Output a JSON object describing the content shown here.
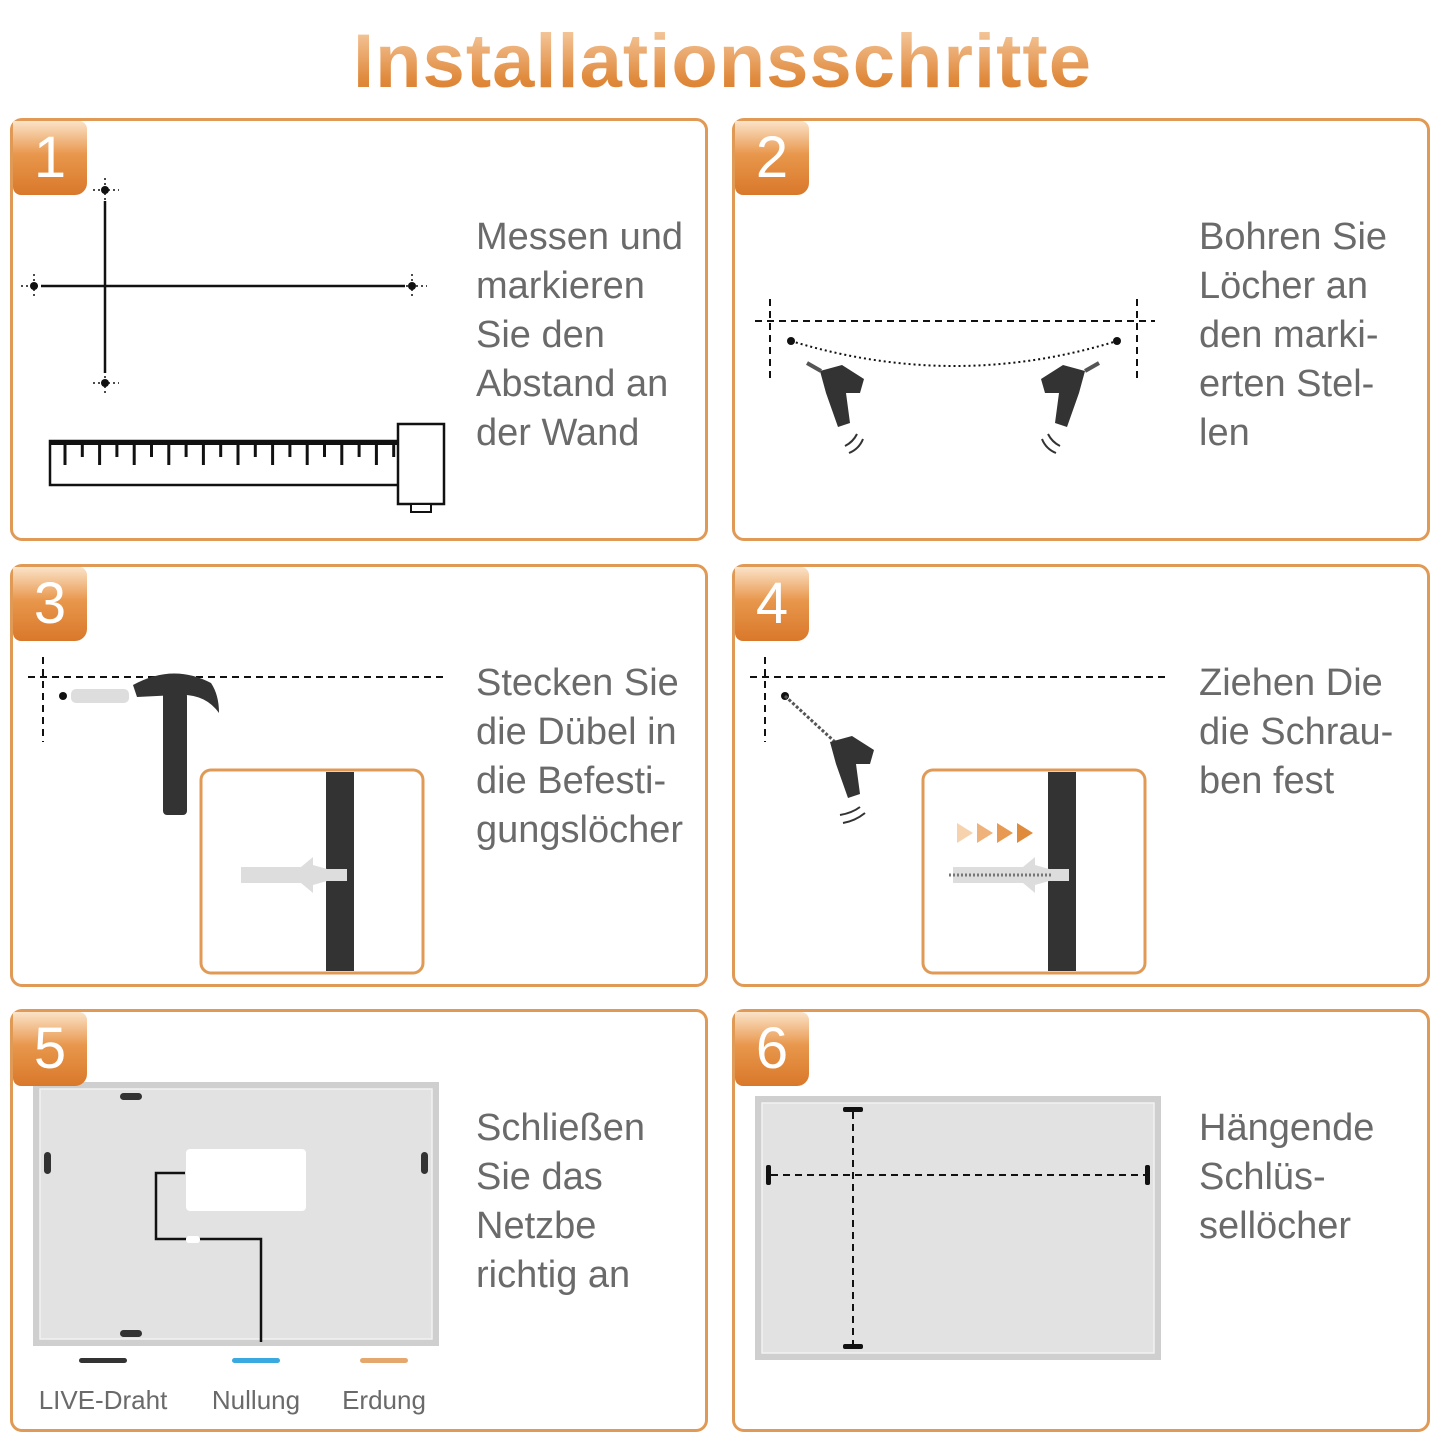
{
  "title": "Installationsschritte",
  "steps": [
    {
      "number": "1",
      "text": "Messen und\nmarkieren\nSie den\nAbstand an\nder Wand"
    },
    {
      "number": "2",
      "text": "Bohren Sie\nLöcher an\nden marki-\nerten Stel-\nlen"
    },
    {
      "number": "3",
      "text": "Stecken Sie\ndie Dübel in\ndie Befesti-\ngungslöcher"
    },
    {
      "number": "4",
      "text": "Ziehen Die\ndie Schrau-\nben fest"
    },
    {
      "number": "5",
      "text": "Schließen\nSie das\nNetzbe\nrichtig an"
    },
    {
      "number": "6",
      "text": "Hängende\nSchlüs-\nsellöcher"
    }
  ],
  "legend": [
    {
      "label": "LIVE-Draht",
      "color": "#333333"
    },
    {
      "label": "Nullung",
      "color": "#3aa9e0"
    },
    {
      "label": "Erdung",
      "color": "#e4a86e"
    }
  ],
  "colors": {
    "accent": "#e09a55",
    "text": "#6a6a6a"
  }
}
